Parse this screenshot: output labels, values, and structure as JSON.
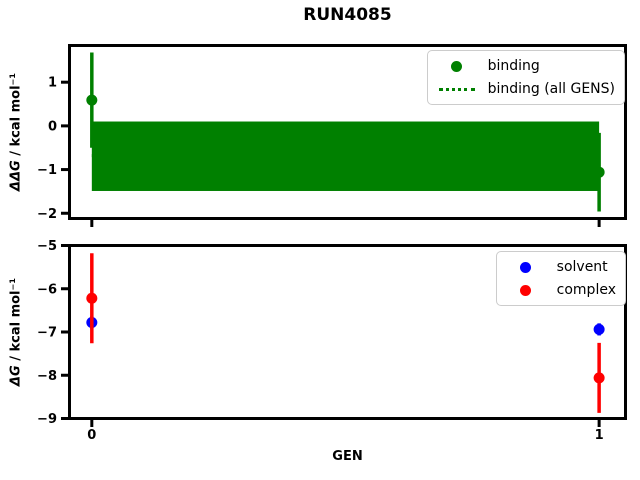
{
  "title": "RUN4085",
  "chart_data": [
    {
      "type": "errorbar",
      "name": "ddg-subplot",
      "ylabel_math": "ΔΔG",
      "ylabel_rest": " / kcal mol⁻¹",
      "xlim": [
        -0.044,
        1.052
      ],
      "ylim": [
        -2.12,
        1.84
      ],
      "yticks": [
        1,
        0,
        -1,
        -2
      ],
      "xticks": [
        0,
        1
      ],
      "xtick_labels_visible": false,
      "grid": false,
      "series": [
        {
          "name": "binding",
          "color": "#008000",
          "marker": "circle",
          "x": [
            0,
            1
          ],
          "y": [
            0.59,
            -1.06
          ],
          "yerr": [
            1.09,
            0.9
          ]
        }
      ],
      "band": {
        "name": "binding (all GENS)",
        "color": "#008000",
        "linestyle": "dotted",
        "x": [
          0,
          1
        ],
        "y_center": -0.68,
        "y_hi": 0.1,
        "y_lo": -1.49
      },
      "legend": {
        "position": "upper-right",
        "items": [
          {
            "label": "binding",
            "handle": "marker",
            "color": "#008000"
          },
          {
            "label": "binding (all GENS)",
            "handle": "dotted-line",
            "color": "#008000"
          }
        ]
      }
    },
    {
      "type": "errorbar",
      "name": "dg-subplot",
      "ylabel_math": "ΔG",
      "ylabel_rest": " / kcal mol⁻¹",
      "xlabel": "GEN",
      "xlim": [
        -0.044,
        1.052
      ],
      "ylim": [
        -9,
        -5
      ],
      "yticks": [
        -5,
        -6,
        -7,
        -8,
        -9
      ],
      "xticks": [
        0,
        1
      ],
      "xtick_labels_visible": true,
      "grid": false,
      "series": [
        {
          "name": "solvent",
          "color": "#0000ff",
          "marker": "circle",
          "x": [
            0,
            1
          ],
          "y": [
            -6.78,
            -6.94
          ],
          "yerr": [
            0.14,
            0.14
          ]
        },
        {
          "name": "complex",
          "color": "#ff0000",
          "marker": "circle",
          "x": [
            0,
            1
          ],
          "y": [
            -6.22,
            -8.06
          ],
          "yerr": [
            1.04,
            0.81
          ]
        }
      ],
      "legend": {
        "position": "upper-right",
        "items": [
          {
            "label": "solvent",
            "handle": "marker",
            "color": "#0000ff"
          },
          {
            "label": "complex",
            "handle": "marker",
            "color": "#ff0000"
          }
        ]
      }
    }
  ],
  "colors": {
    "axis": "#000000",
    "background": "#ffffff",
    "legend_border": "#cccccc"
  }
}
